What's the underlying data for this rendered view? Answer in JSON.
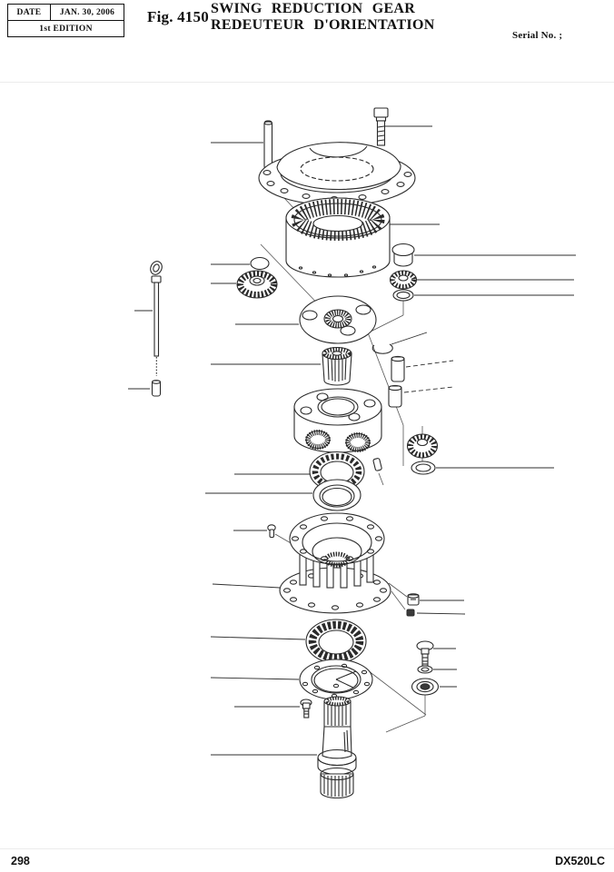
{
  "page": {
    "background": "#ffffff",
    "line_color": "#2b2b2b"
  },
  "header": {
    "table": {
      "date_label": "DATE",
      "date_value": "JAN. 30, 2006",
      "edition": "1st EDITION"
    },
    "fig_label": "Fig. 4150",
    "title_line1": "SWING REDUCTION GEAR",
    "title_line2": "REDEUTEUR D'ORIENTATION",
    "serial_label": "Serial No. ;"
  },
  "figure": {
    "type": "exploded-parts-diagram",
    "subject": "swing-reduction-gear-assembly",
    "parts_depicted": [
      "dowel-pin",
      "spacer-pin",
      "mounting-bolt",
      "motor-mount-cover",
      "ring-gear",
      "snap-ring",
      "planet-gear",
      "plug-cap",
      "gear",
      "thrust-washer",
      "carrier-plate",
      "retaining-ring",
      "sun-gear",
      "cylindrical-pins",
      "planet-carrier",
      "planet-gear",
      "washer",
      "ball-bearing",
      "roll-pin",
      "bearing-race",
      "screw",
      "gear-housing",
      "grease-fitting",
      "nut",
      "roller-bearing",
      "retainer-plate",
      "bolt",
      "bolt",
      "washer",
      "cover-washer",
      "output-pinion-shaft",
      "oil-level-gauge"
    ]
  },
  "footer": {
    "page_number": "298",
    "model": "DX520LC"
  }
}
